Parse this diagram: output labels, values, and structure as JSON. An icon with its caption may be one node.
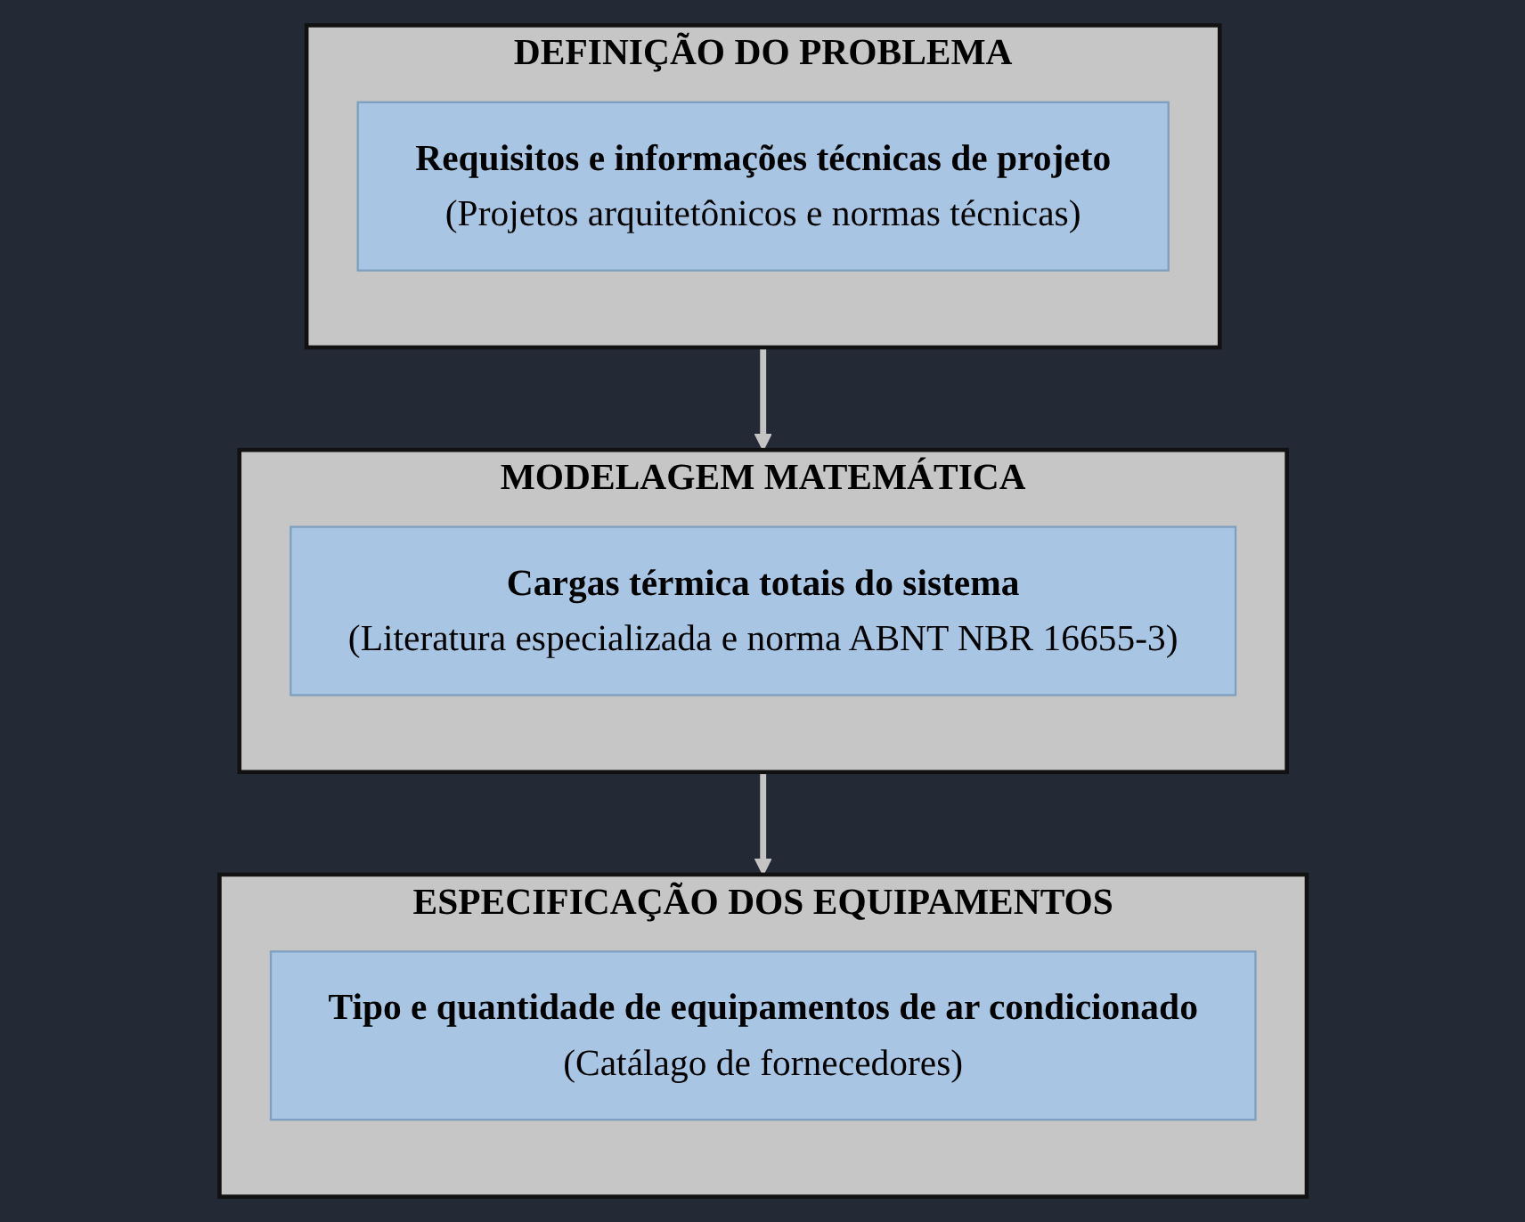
{
  "diagram": {
    "nodes": [
      {
        "text": [
          "DEFINIÇÃO DO PROBLEMA"
        ]
      },
      {
        "text": [
          "Requisitos e informações técnicas de projeto",
          "(Projetos arquitetônicos e normas técnicas)"
        ],
        "in": 0
      },
      {
        "text": [
          "MODELAGEM MATEMÁTICA"
        ]
      },
      {
        "text": [
          "Cargas térmica totais do sistema",
          "(Literatura especializada e norma ABNT NBR 16655-3)"
        ],
        "in": 2
      },
      {
        "text": [
          "ESPECIFICAÇÃO DOS EQUIPAMENTOS"
        ]
      },
      {
        "text": [
          "Tipo e quantidade de equipamentos de ar condicionado",
          "(Catálago de fornecedores)"
        ],
        "in": 4
      }
    ],
    "edges": [
      {
        "from": 0,
        "to": 2,
        "arrow": "to"
      },
      {
        "from": 2,
        "to": 4,
        "arrow": "to"
      }
    ]
  }
}
